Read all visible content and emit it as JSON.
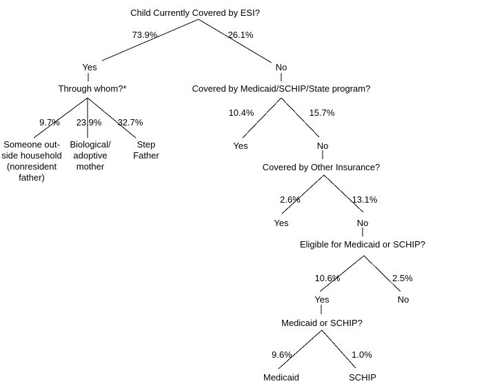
{
  "colors": {
    "background": "#ffffff",
    "text": "#000000",
    "line": "#000000"
  },
  "diagram": {
    "root": {
      "question": "Child Currently Covered by ESI?",
      "left_pct": "73.9%",
      "right_pct": "26.1%",
      "left_label": "Yes",
      "right_label": "No"
    },
    "through_whom": {
      "question": "Through whom?*",
      "branch1_pct": "9.7%",
      "branch1_label": "Someone out-\nside household\n(nonresident\nfather)",
      "branch2_pct": "23.9%",
      "branch2_label": "Biological/\nadoptive\nmother",
      "branch3_pct": "32.7%",
      "branch3_label": "Step\nFather"
    },
    "medicaid_state": {
      "question": "Covered by Medicaid/SCHIP/State program?",
      "left_pct": "10.4%",
      "right_pct": "15.7%",
      "left_label": "Yes",
      "right_label": "No"
    },
    "other_insurance": {
      "question": "Covered by Other Insurance?",
      "left_pct": "2.6%",
      "right_pct": "13.1%",
      "left_label": "Yes",
      "right_label": "No"
    },
    "eligible": {
      "question": "Eligible for Medicaid or SCHIP?",
      "left_pct": "10.6%",
      "right_pct": "2.5%",
      "left_label": "Yes",
      "right_label": "No"
    },
    "medicaid_or_schip": {
      "question": "Medicaid or SCHIP?",
      "left_pct": "9.6%",
      "right_pct": "1.0%",
      "left_label": "Medicaid",
      "right_label": "SCHIP"
    }
  }
}
